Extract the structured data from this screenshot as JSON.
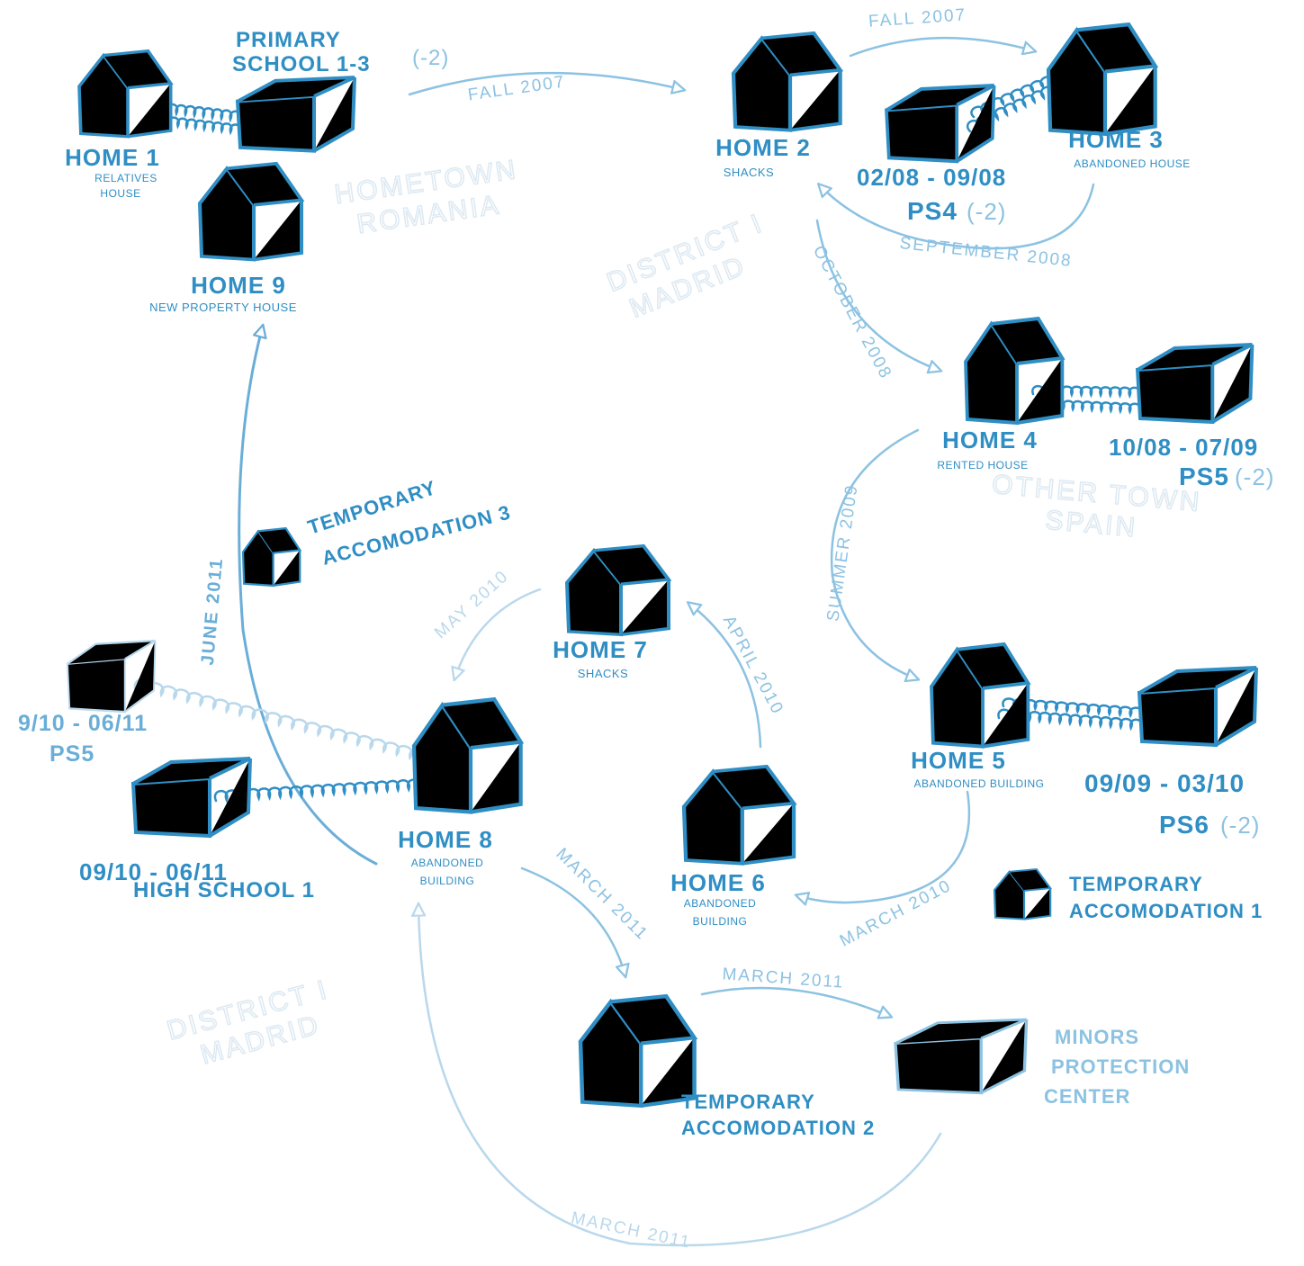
{
  "colors": {
    "ink": "#2f8ec4",
    "medium": "#6aaed8",
    "light": "#8cc2e2",
    "pale": "#b9d8ec",
    "faint": "#dde9f2",
    "background": "#ffffff"
  },
  "icons": {
    "home": "house-icon",
    "school": "school-building-icon",
    "temporary": "house-icon",
    "link": "coil-link-icon"
  },
  "regions": {
    "hometown": {
      "line1": "HOMETOWN",
      "line2": "ROMANIA"
    },
    "district_north": {
      "line1": "DISTRICT I",
      "line2": "MADRID"
    },
    "other_town": {
      "line1": "OTHER TOWN",
      "line2": "SPAIN"
    },
    "district_south": {
      "line1": "DISTRICT I",
      "line2": "MADRID"
    }
  },
  "homes": {
    "home1": {
      "title": "HOME 1",
      "desc1": "RELATIVES",
      "desc2": "HOUSE"
    },
    "home2": {
      "title": "HOME 2",
      "desc1": "SHACKS"
    },
    "home3": {
      "title": "HOME 3",
      "desc1": "ABANDONED HOUSE"
    },
    "home4": {
      "title": "HOME 4",
      "desc1": "RENTED HOUSE"
    },
    "home5": {
      "title": "HOME 5",
      "desc1": "ABANDONED BUILDING"
    },
    "home6": {
      "title": "HOME 6",
      "desc1": "ABANDONED",
      "desc2": "BUILDING"
    },
    "home7": {
      "title": "HOME 7",
      "desc1": "SHACKS"
    },
    "home8": {
      "title": "HOME 8",
      "desc1": "ABANDONED",
      "desc2": "BUILDING"
    },
    "home9": {
      "title": "HOME 9",
      "desc1": "NEW PROPERTY HOUSE"
    }
  },
  "schools": {
    "primary": {
      "line1": "PRIMARY",
      "line2": "SCHOOL 1-3",
      "note": "(-2)"
    },
    "ps4": {
      "dates": "02/08 - 09/08",
      "name": "PS4",
      "note": "(-2)"
    },
    "ps5_a": {
      "dates": "10/08 - 07/09",
      "name": "PS5",
      "note": "(-2)"
    },
    "ps6": {
      "dates": "09/09 - 03/10",
      "name": "PS6",
      "note": "(-2)"
    },
    "ps5_b": {
      "dates": "9/10 - 06/11",
      "name": "PS5"
    },
    "high_school": {
      "dates": "09/10 - 06/11",
      "name": "HIGH SCHOOL 1"
    }
  },
  "temporary": {
    "ta1": {
      "line1": "TEMPORARY",
      "line2": "ACCOMODATION 1"
    },
    "ta2": {
      "line1": "TEMPORARY",
      "line2": "ACCOMODATION 2"
    },
    "ta3": {
      "line1": "TEMPORARY",
      "line2": "ACCOMODATION 3"
    }
  },
  "minors_center": {
    "line1": "MINORS",
    "line2": "PROTECTION",
    "line3": "CENTER"
  },
  "moves": {
    "fall_2007_a": "FALL 2007",
    "fall_2007_b": "FALL 2007",
    "september_2008": "SEPTEMBER 2008",
    "october_2008": "OCTOBER 2008",
    "summer_2009": "SUMMER 2009",
    "march_2010": "MARCH 2010",
    "april_2010": "APRIL 2010",
    "may_2010": "MAY 2010",
    "june_2011": "JUNE 2011",
    "march_2011_a": "MARCH 2011",
    "march_2011_b": "MARCH 2011",
    "march_2011_c": "MARCH 2011"
  }
}
